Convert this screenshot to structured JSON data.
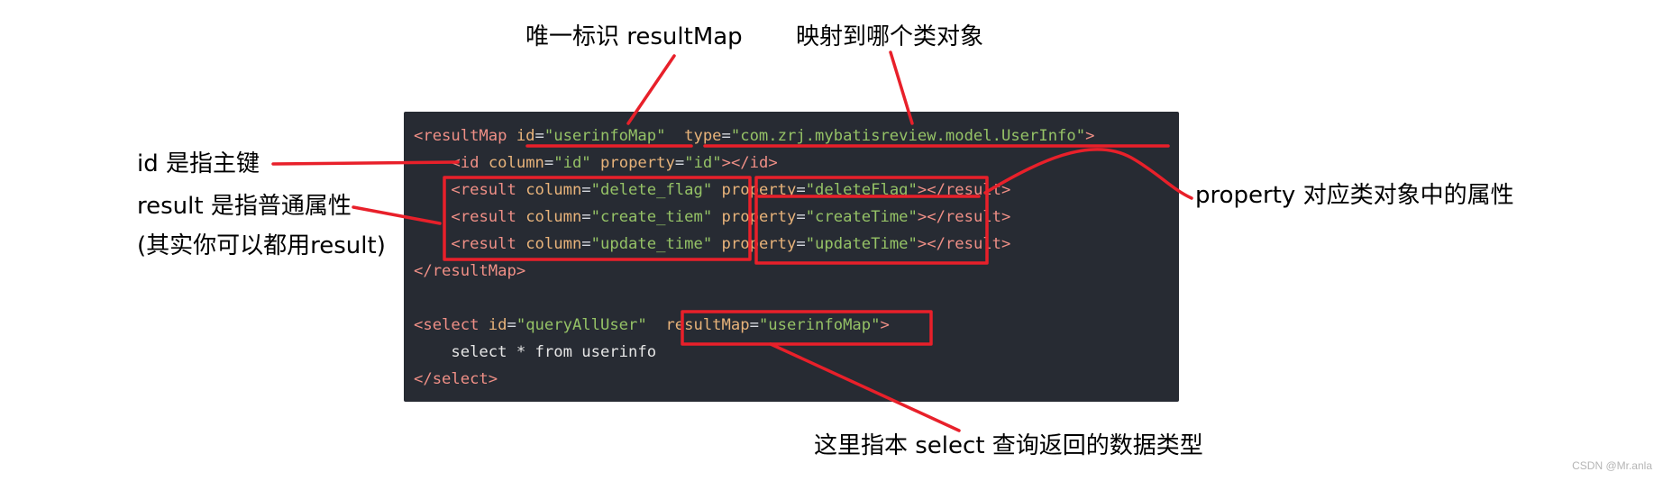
{
  "code_lines": [
    [
      [
        "tag",
        "<resultMap "
      ],
      [
        "attr",
        "id"
      ],
      [
        "eq",
        "="
      ],
      [
        "str",
        "\"userinfoMap\""
      ],
      [
        "eq",
        "  "
      ],
      [
        "attr",
        "type"
      ],
      [
        "eq",
        "="
      ],
      [
        "str",
        "\"com.zrj.mybatisreview.model.UserInfo\""
      ],
      [
        "tag",
        ">"
      ]
    ],
    [
      [
        "eq",
        "    "
      ],
      [
        "tag",
        "<id "
      ],
      [
        "attr",
        "column"
      ],
      [
        "eq",
        "="
      ],
      [
        "str",
        "\"id\""
      ],
      [
        "eq",
        " "
      ],
      [
        "attr",
        "property"
      ],
      [
        "eq",
        "="
      ],
      [
        "str",
        "\"id\""
      ],
      [
        "tag",
        "></id>"
      ]
    ],
    [
      [
        "eq",
        "    "
      ],
      [
        "tag",
        "<result "
      ],
      [
        "attr",
        "column"
      ],
      [
        "eq",
        "="
      ],
      [
        "str",
        "\"delete_flag\""
      ],
      [
        "eq",
        " "
      ],
      [
        "attr",
        "property"
      ],
      [
        "eq",
        "="
      ],
      [
        "str",
        "\"deleteFlag\""
      ],
      [
        "tag",
        "></result>"
      ]
    ],
    [
      [
        "eq",
        "    "
      ],
      [
        "tag",
        "<result "
      ],
      [
        "attr",
        "column"
      ],
      [
        "eq",
        "="
      ],
      [
        "str",
        "\"create_tiem\""
      ],
      [
        "eq",
        " "
      ],
      [
        "attr",
        "property"
      ],
      [
        "eq",
        "="
      ],
      [
        "str",
        "\"createTime\""
      ],
      [
        "tag",
        "></result>"
      ]
    ],
    [
      [
        "eq",
        "    "
      ],
      [
        "tag",
        "<result "
      ],
      [
        "attr",
        "column"
      ],
      [
        "eq",
        "="
      ],
      [
        "str",
        "\"update_time\""
      ],
      [
        "eq",
        " "
      ],
      [
        "attr",
        "property"
      ],
      [
        "eq",
        "="
      ],
      [
        "str",
        "\"updateTime\""
      ],
      [
        "tag",
        "></result>"
      ]
    ],
    [
      [
        "tag",
        "</resultMap>"
      ]
    ],
    [],
    [
      [
        "tag",
        "<select "
      ],
      [
        "attr",
        "id"
      ],
      [
        "eq",
        "="
      ],
      [
        "str",
        "\"queryAllUser\""
      ],
      [
        "eq",
        "  "
      ],
      [
        "attr",
        "resultMap"
      ],
      [
        "eq",
        "="
      ],
      [
        "str",
        "\"userinfoMap\""
      ],
      [
        "tag",
        ">"
      ]
    ],
    [
      [
        "plain",
        "    select * from userinfo"
      ]
    ],
    [
      [
        "tag",
        "</select>"
      ]
    ]
  ],
  "annotations": {
    "unique_id": "唯一标识 resultMap",
    "map_class": "映射到哪个类对象",
    "id_primary_key": "id 是指主键",
    "result_normal": "result 是指普通属性",
    "result_all": "(其实你可以都用result)",
    "property_attr": "property 对应类对象中的属性",
    "select_result_type": "这里指本 select 查询返回的数据类型"
  },
  "watermark": "CSDN @Mr.anla",
  "colors": {
    "code_background": "#272b33",
    "tag": "#ef8f86",
    "attribute": "#e8b37a",
    "string": "#95c266",
    "highlight_red": "#e8202a"
  }
}
